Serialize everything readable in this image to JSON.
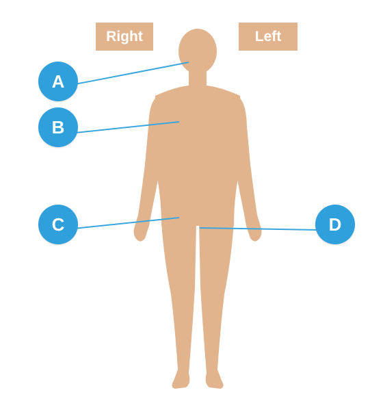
{
  "side_labels": {
    "right": "Right",
    "left": "Left"
  },
  "markers": [
    "A",
    "B",
    "C",
    "D"
  ],
  "colors": {
    "body": "#e2b48e",
    "marker": "#2fa0dc",
    "line": "#3aa6de",
    "label_bg": "#e2b48e"
  }
}
